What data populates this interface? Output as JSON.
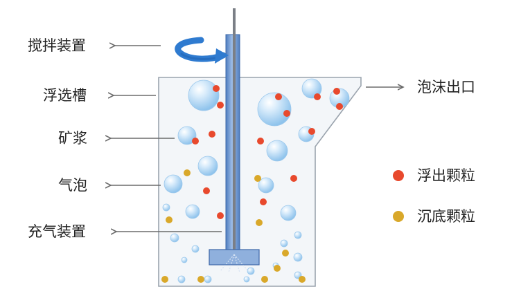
{
  "labels": {
    "agitator": "搅拌装置",
    "tank": "浮选槽",
    "slurry": "矿浆",
    "bubble": "气泡",
    "aerator": "充气装置",
    "froth_outlet": "泡沫出口"
  },
  "legend": {
    "float_particle": "浮出颗粒",
    "sink_particle": "沉底颗粒"
  },
  "colors": {
    "float_particle": "#e8492d",
    "sink_particle": "#d9a82a",
    "bubble": "#a9d3f2",
    "tank_fill": "#f3f6f9",
    "shaft": "#6f97cf",
    "arrow": "#6b6b6b",
    "rotation_arrow": "#2f7bd0"
  },
  "icons": {
    "rotation": "curved-arrow-icon"
  }
}
